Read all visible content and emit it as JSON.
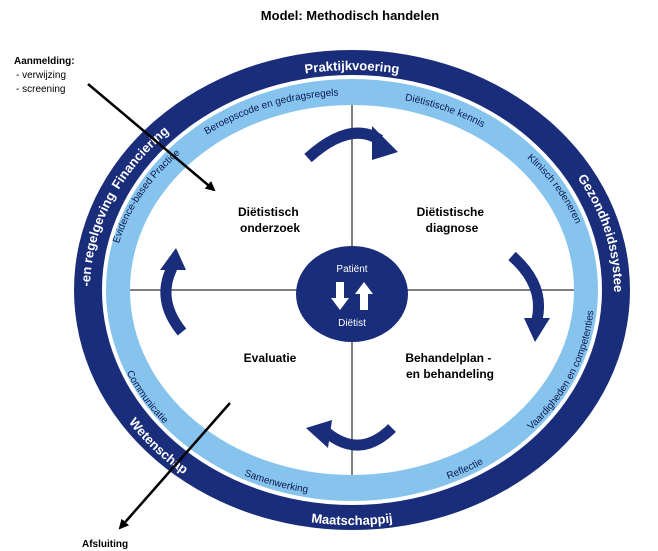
{
  "title": "Model: Methodisch handelen",
  "intake": {
    "heading": "Aanmelding:",
    "items": [
      "- verwijzing",
      "- screening"
    ]
  },
  "exit": "Afsluiting",
  "outer_ring": {
    "top": "Praktijkvoering",
    "right": "Gezondheidssysteem",
    "bottom": "Maatschappij",
    "bottom_left": "Wetenschap",
    "left": "Wet -en regelgeving",
    "top_left": "Financiering"
  },
  "inner_ring": {
    "top_left": "Beroepscode en gedragsregels",
    "top_right": "Diëtistische kennis",
    "right_upper": "Klinisch redeneren",
    "right_lower": "Vaardigheden en competenties",
    "bottom_right": "Reflectie",
    "bottom": "Samenwerking",
    "left_lower": "Communicatie",
    "left_upper": "Evidence-based Practice"
  },
  "quadrants": {
    "top_left": [
      "Diëtistisch",
      "onderzoek"
    ],
    "top_right": [
      "Diëtistische",
      "diagnose"
    ],
    "bottom_left": [
      "Evaluatie"
    ],
    "bottom_right": [
      "Behandelplan -",
      "en behandeling"
    ]
  },
  "center": {
    "top": "Patiënt",
    "bottom": "Diëtist"
  },
  "colors": {
    "navy": "#1a2d7a",
    "light_blue": "#86c4ee",
    "white": "#ffffff"
  }
}
